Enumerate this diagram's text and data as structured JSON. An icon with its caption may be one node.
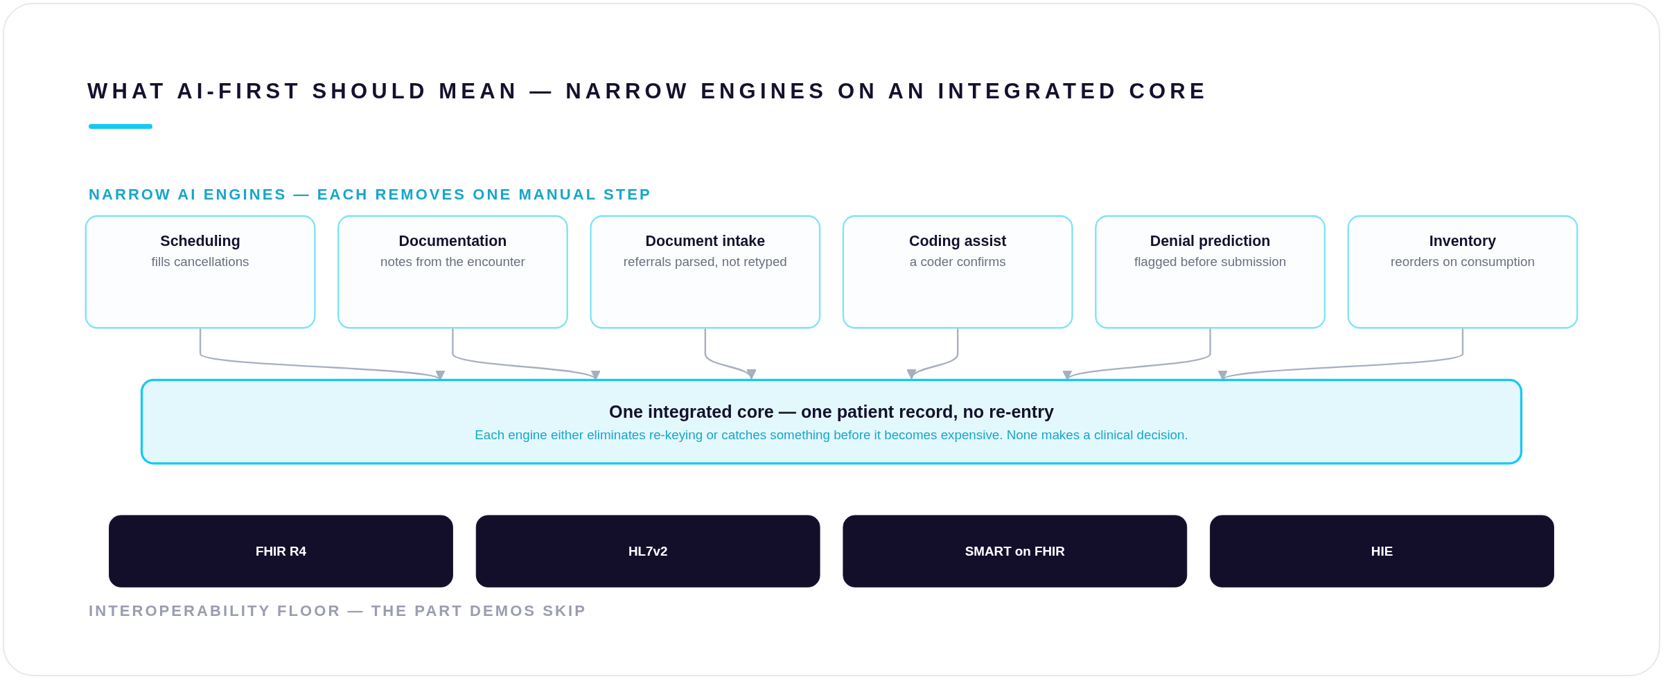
{
  "diagram": {
    "title": "WHAT AI-FIRST SHOULD MEAN — NARROW ENGINES ON AN INTEGRATED CORE",
    "nodes": [
      {
        "text": [
          "Scheduling",
          "fills cancellations"
        ]
      },
      {
        "text": [
          "Documentation",
          "notes from the encounter"
        ]
      },
      {
        "text": [
          "Document intake",
          "referrals parsed, not retyped"
        ]
      },
      {
        "text": [
          "Coding assist",
          "a coder confirms"
        ]
      },
      {
        "text": [
          "Denial prediction",
          "flagged before submission"
        ]
      },
      {
        "text": [
          "Inventory",
          "reorders on consumption"
        ]
      },
      {
        "text": [
          "One integrated core — one patient record, no re-entry",
          "Each engine either eliminates re-keying or catches something before it becomes expensive. None makes a clinical decision."
        ]
      },
      {
        "text": [
          "FHIR R4"
        ]
      },
      {
        "text": [
          "HL7v2"
        ]
      },
      {
        "text": [
          "SMART on FHIR"
        ]
      },
      {
        "text": [
          "HIE"
        ]
      }
    ],
    "edges": [
      {
        "from": 0,
        "to": 6,
        "arrow": "to"
      },
      {
        "from": 1,
        "to": 6,
        "arrow": "to"
      },
      {
        "from": 2,
        "to": 6,
        "arrow": "to"
      },
      {
        "from": 3,
        "to": 6,
        "arrow": "to"
      },
      {
        "from": 4,
        "to": 6,
        "arrow": "to"
      },
      {
        "from": 5,
        "to": 6,
        "arrow": "to"
      }
    ],
    "labels": [
      "NARROW AI ENGINES — EACH REMOVES ONE MANUAL STEP",
      "INTEROPERABILITY FLOOR — THE PART DEMOS SKIP"
    ]
  }
}
